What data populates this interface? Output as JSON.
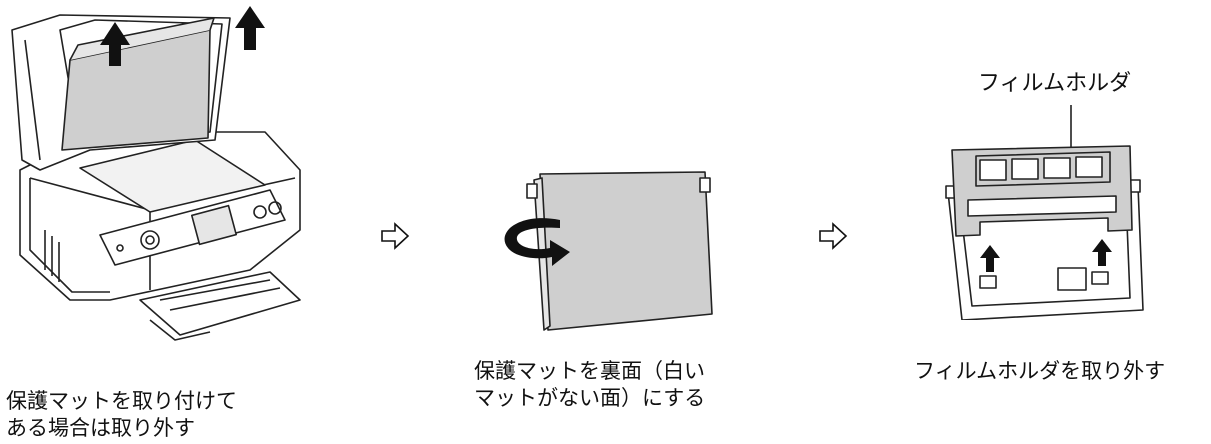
{
  "steps": [
    {
      "caption": "保護マットを取り付けて\nある場合は取り外す"
    },
    {
      "caption": "保護マットを裏面（白い\nマットがない面）にする"
    },
    {
      "caption": "フィルムホルダを取り外す"
    }
  ],
  "callout": {
    "label": "フィルムホルダ"
  },
  "icons": [
    "scanner-lid-open-icon",
    "next-step-arrow-icon",
    "flip-mat-icon",
    "film-holder-icon"
  ]
}
